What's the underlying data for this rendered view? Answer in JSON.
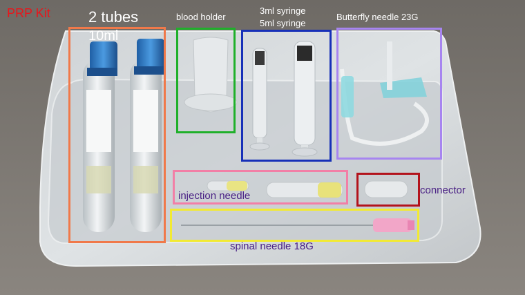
{
  "labels": {
    "kit_title": "PRP Kit",
    "tubes_line1": "2 tubes",
    "tubes_line2": "10ml",
    "blood_holder": "blood holder",
    "syringe_line1": "3ml syringe",
    "syringe_line2": "5ml syringe",
    "butterfly": "Butterfly needle 23G",
    "injection": "injection needle",
    "connector": "connector",
    "spinal": "spinal needle 18G"
  },
  "colors": {
    "kit_title": "#e8161b",
    "tubes_box": "#f0794a",
    "holder_box": "#1fb02a",
    "syringe_box": "#1730b8",
    "butterfly_box": "#a785f0",
    "injection_box": "#f27fa6",
    "connector_box": "#b3131c",
    "spinal_box": "#f2ea33",
    "purple_text": "#4a2185",
    "white_text": "#ffffff"
  }
}
